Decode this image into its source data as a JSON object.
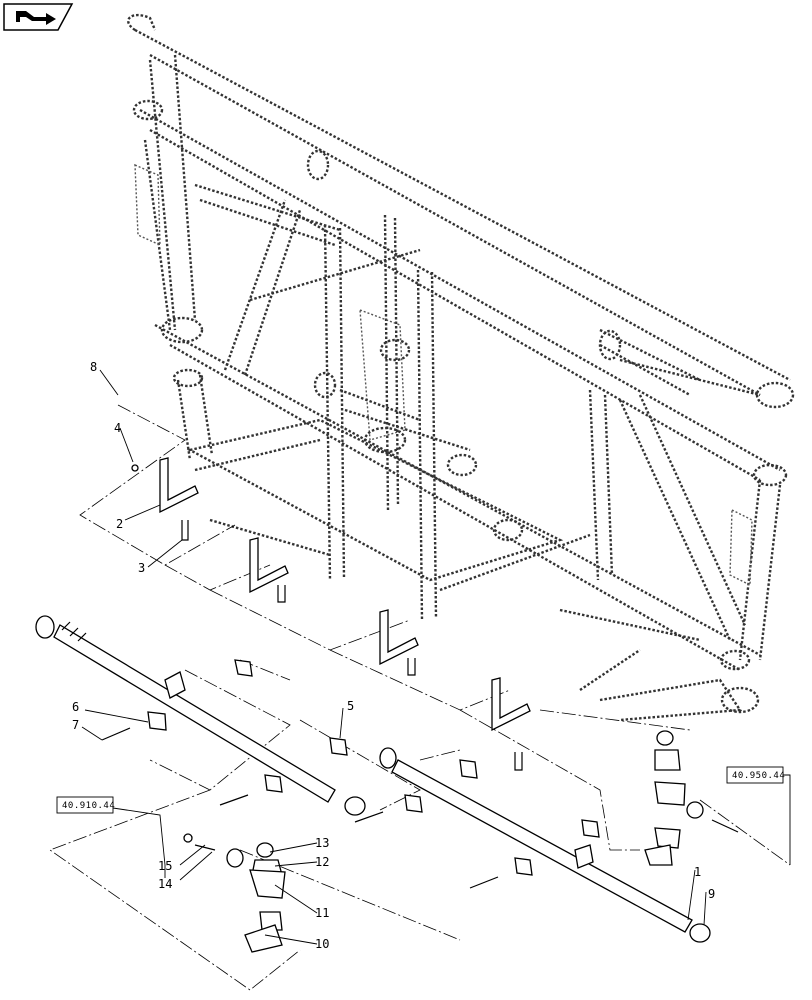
{
  "diagram": {
    "callouts": [
      "1",
      "2",
      "3",
      "4",
      "5",
      "6",
      "7",
      "8",
      "9",
      "10",
      "11",
      "12",
      "13",
      "14",
      "15"
    ],
    "references": [
      "40.910.44",
      "40.950.44"
    ]
  },
  "icons": {
    "nav": "arrow-right-icon"
  }
}
